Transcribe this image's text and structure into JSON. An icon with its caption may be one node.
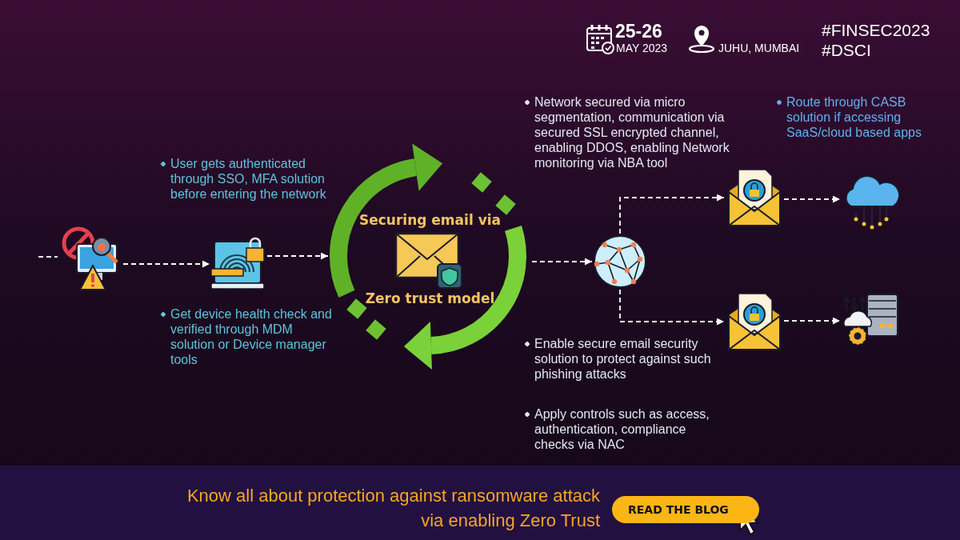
{
  "diagram": {
    "nodes": [
      {
        "text": [],
        "shape": "picture"
      },
      {
        "text": [],
        "shape": "picture"
      },
      {
        "text": [
          "Securing email via",
          "Zero trust model"
        ]
      },
      {
        "text": [],
        "shape": "picture"
      },
      {
        "text": [],
        "shape": "picture"
      },
      {
        "text": [],
        "shape": "picture"
      },
      {
        "text": [],
        "shape": "picture"
      },
      {
        "text": [],
        "shape": "picture"
      }
    ],
    "edges": [
      {
        "from": null,
        "to": 0,
        "arrow": "none"
      },
      {
        "from": 0,
        "to": 1,
        "arrow": "to"
      },
      {
        "from": 1,
        "to": 2,
        "arrow": "to"
      },
      {
        "from": 2,
        "to": 3,
        "arrow": "to"
      },
      {
        "from": 3,
        "to": 4,
        "arrow": "to"
      },
      {
        "from": 3,
        "to": 5,
        "arrow": "to"
      },
      {
        "from": 4,
        "to": 6,
        "arrow": "to"
      },
      {
        "from": 5,
        "to": 7,
        "arrow": "to"
      }
    ],
    "labels": [
      "25-26",
      "MAY 2023",
      "JUHU, MUMBAI",
      "#FINSEC2023",
      "#DSCI",
      "User gets authenticated through SSO, MFA solution before entering the network",
      "Network secured via micro segmentation, communication via secured SSL encrypted channel, enabling DDOS, enabling Network monitoring via NBA tool",
      "Route through CASB solution if accessing SaaS/cloud based apps",
      "Get device health check and verified through MDM solution or Device manager tools",
      "Enable secure email security solution to protect against such phishing attacks",
      "Apply controls such as access, authentication, compliance checks via NAC",
      "Know all about protection against ransomware attack via enabling Zero Trust",
      "READ THE BLOG"
    ]
  }
}
